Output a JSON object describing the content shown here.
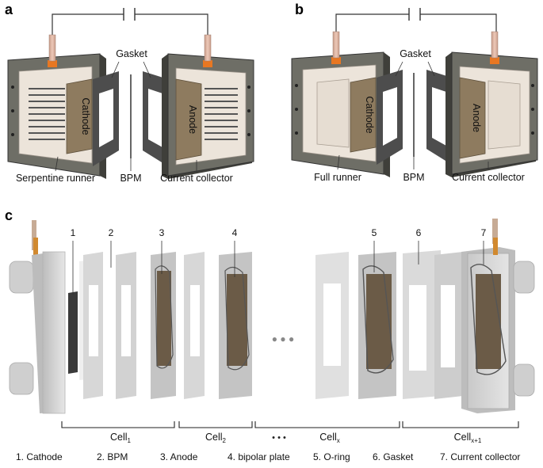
{
  "panels": {
    "a": "a",
    "b": "b",
    "c": "c"
  },
  "panel_a": {
    "gasket": "Gasket",
    "cathode": "Cathode",
    "anode": "Anode",
    "runner": "Serpentine runner",
    "bpm": "BPM",
    "collector": "Current collector"
  },
  "panel_b": {
    "gasket": "Gasket",
    "cathode": "Cathode",
    "anode": "Anode",
    "runner": "Full runner",
    "bpm": "BPM",
    "collector": "Current collector"
  },
  "panel_c": {
    "numbers": [
      "1",
      "2",
      "3",
      "4",
      "5",
      "6",
      "7"
    ],
    "dots": "● ● ●",
    "brace_dots": "•  •  •",
    "cells": [
      {
        "base": "Cell",
        "sub": "1"
      },
      {
        "base": "Cell",
        "sub": "2"
      },
      {
        "base": "Cell",
        "sub": "x"
      },
      {
        "base": "Cell",
        "sub": "x+1"
      }
    ],
    "legend": [
      "1. Cathode",
      "2. BPM",
      "3. Anode",
      "4. bipolar plate",
      "5. O-ring",
      "6. Gasket",
      "7. Current collector"
    ]
  },
  "colors": {
    "frame": "#6e6e66",
    "frame_dark": "#3f3f3a",
    "body": "#ece4da",
    "electrode": "#8e7b5f",
    "connector": "#e87722",
    "rod": "#d8b4a4",
    "gasket": "#4d4d4d",
    "plate": "#d9d9d9"
  }
}
